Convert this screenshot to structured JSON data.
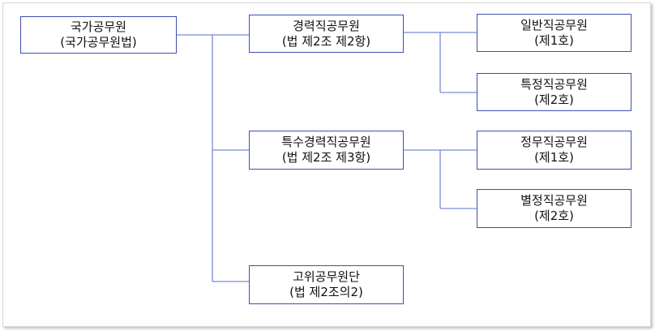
{
  "diagram": {
    "colors": {
      "line": "#7b8ad8",
      "border": "#3c4fb3",
      "text": "#111111"
    },
    "nodes": {
      "root": {
        "line1": "국가공무원",
        "line2": "(국가공무원법)"
      },
      "career": {
        "line1": "경력직공무원",
        "line2": "(법 제2조 제2항)"
      },
      "general": {
        "line1": "일반직공무원",
        "line2": "(제1호)"
      },
      "special": {
        "line1": "특정직공무원",
        "line2": "(제2호)"
      },
      "special_career": {
        "line1": "특수경력직공무원",
        "line2": "(법 제2조 제3항)"
      },
      "political": {
        "line1": "정무직공무원",
        "line2": "(제1호)"
      },
      "separate": {
        "line1": "별정직공무원",
        "line2": "(제2호)"
      },
      "senior_executive": {
        "line1": "고위공무원단",
        "line2": "(법 제2조의2)"
      }
    }
  }
}
